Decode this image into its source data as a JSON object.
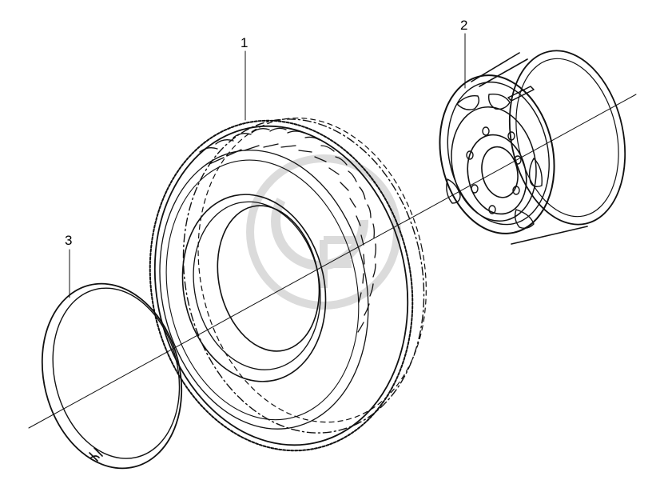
{
  "diagram": {
    "callouts": [
      {
        "id": "tire",
        "label": "1"
      },
      {
        "id": "wheel-rim",
        "label": "2"
      },
      {
        "id": "lock-ring",
        "label": "3"
      }
    ]
  },
  "colors": {
    "line": "#111111",
    "background": "#ffffff",
    "watermark": "#9a9a9a"
  }
}
